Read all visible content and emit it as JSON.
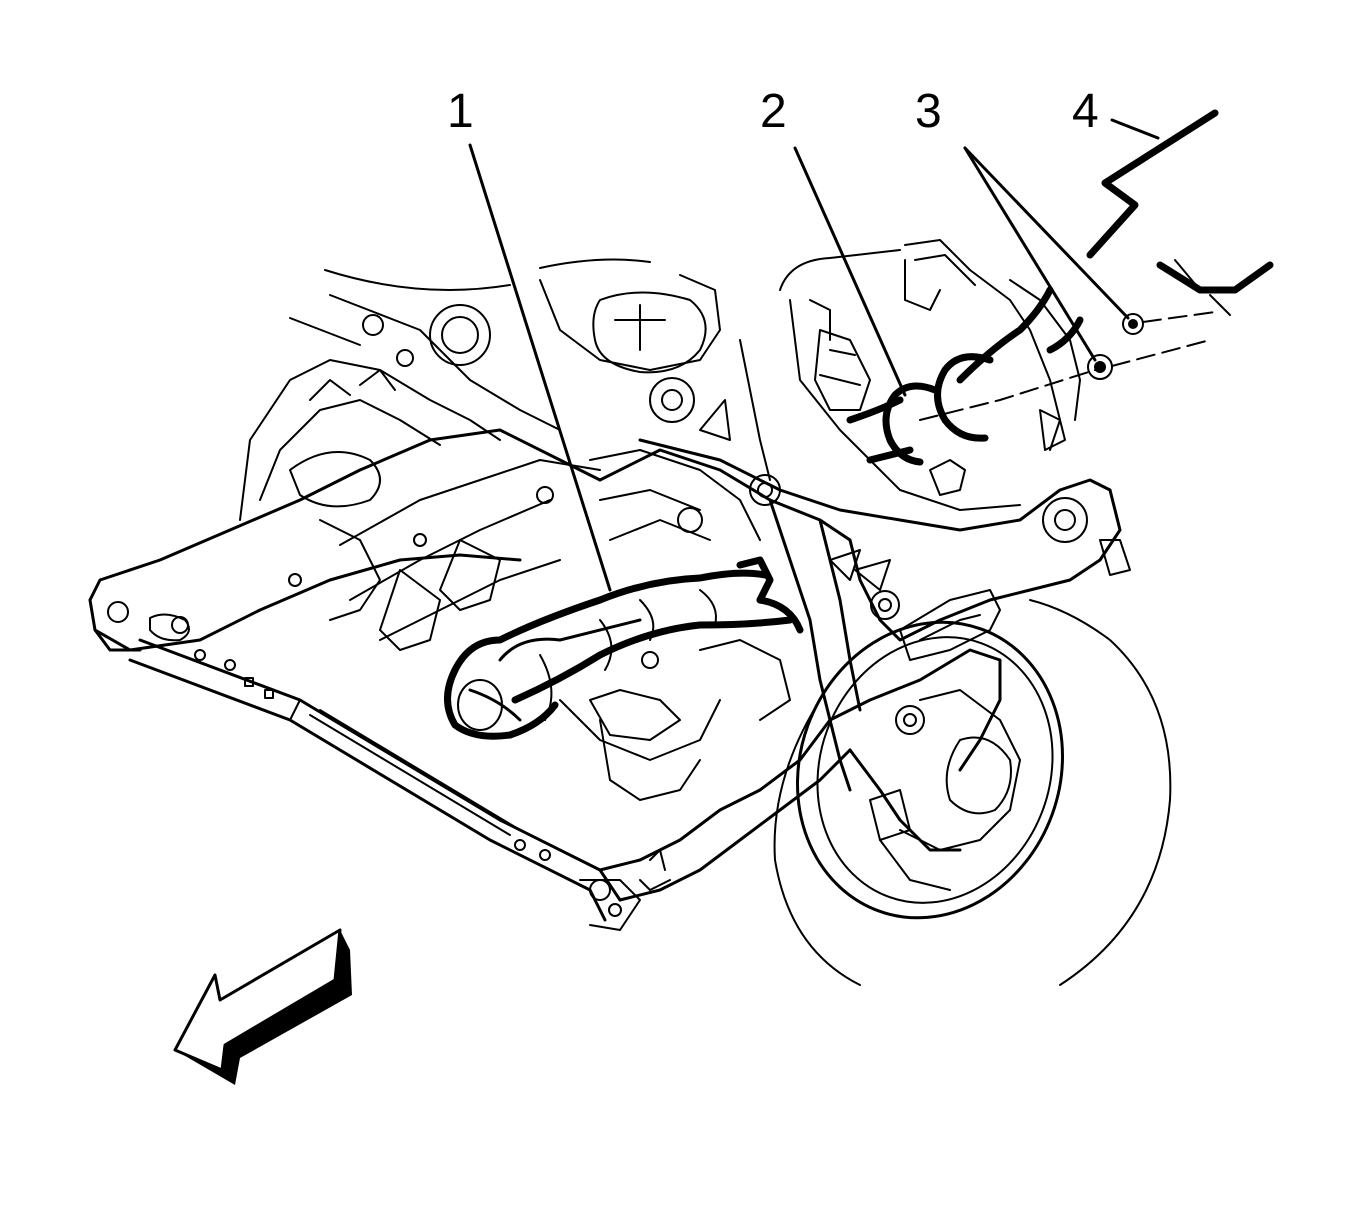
{
  "diagram": {
    "callouts": [
      {
        "id": "1",
        "label": "1"
      },
      {
        "id": "2",
        "label": "2"
      },
      {
        "id": "3",
        "label": "3"
      },
      {
        "id": "4",
        "label": "4"
      }
    ],
    "components": {
      "vehicle_underbody": "vehicle-underbody-frame",
      "front_subframe": "front-subframe",
      "rear_wheel": "wheel-and-tire",
      "direction_arrow": "front-direction-arrow-icon"
    }
  }
}
